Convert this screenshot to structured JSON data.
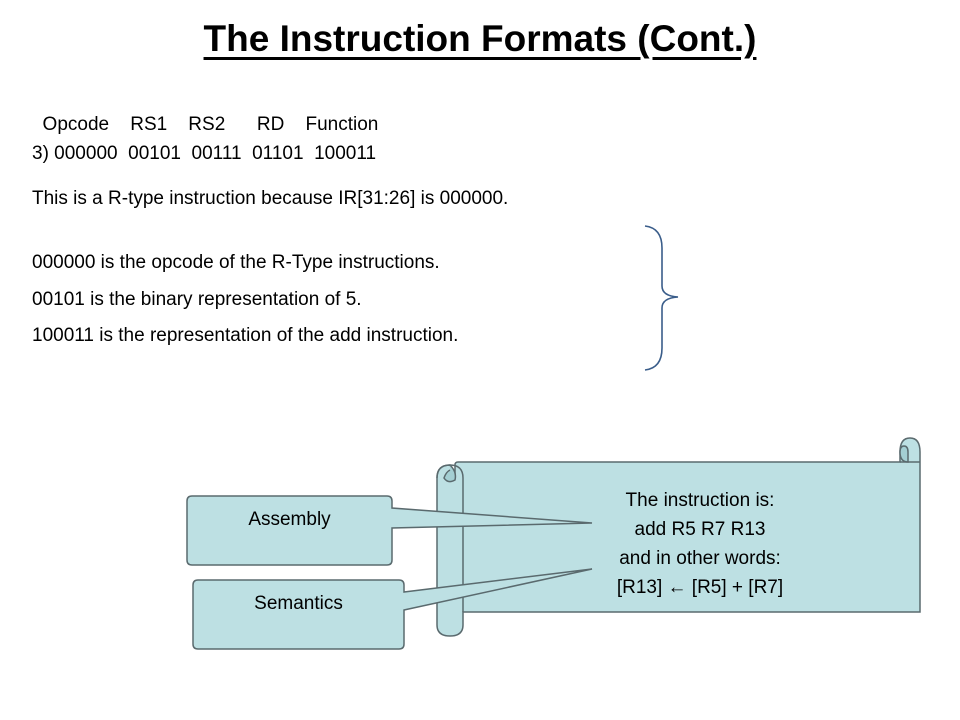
{
  "title": "The Instruction Formats (Cont.)",
  "header_row": "  Opcode    RS1    RS2      RD    Function",
  "instruction_row": "3) 000000  00101  00111  01101  100011",
  "explanation": "This is a R-type instruction because IR[31:26] is 000000.",
  "notes": [
    "000000 is the opcode of the R-Type instructions.",
    "00101 is the binary representation of 5.",
    "100011 is the representation of the add instruction."
  ],
  "scroll": {
    "line1": "The instruction is:",
    "line2": "add R5 R7 R13",
    "line3": "and in other words:",
    "line4_left": "[R13] ",
    "arrow": "←",
    "line4_right": " [R5] + [R7]"
  },
  "callouts": {
    "assembly": "Assembly",
    "semantics": "Semantics"
  },
  "colors": {
    "fill": "#bde0e3",
    "stroke": "#5a6a6e"
  }
}
